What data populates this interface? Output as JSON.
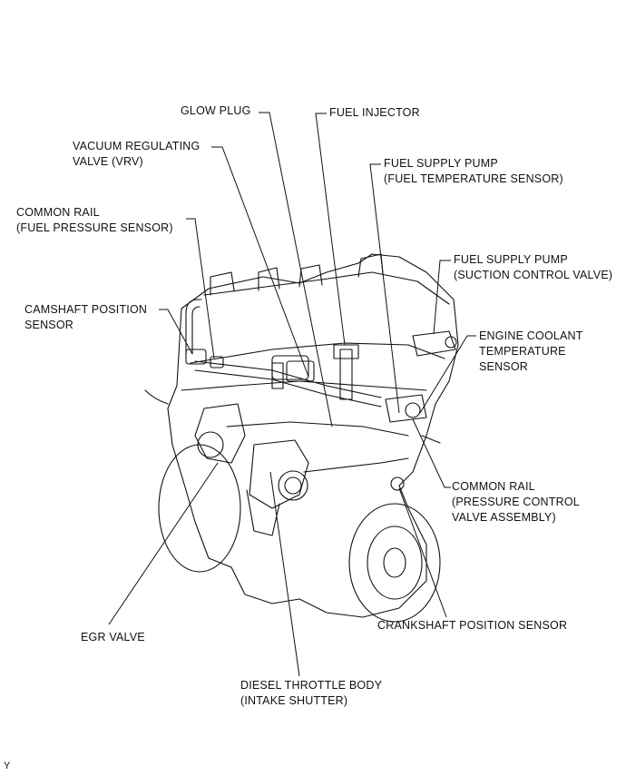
{
  "labels": {
    "glow_plug": [
      "GLOW PLUG"
    ],
    "fuel_injector": [
      "FUEL INJECTOR"
    ],
    "vrv": [
      "VACUUM REGULATING",
      "VALVE (VRV)"
    ],
    "fuel_supply_pump_temp": [
      "FUEL SUPPLY PUMP",
      "(FUEL TEMPERATURE SENSOR)"
    ],
    "common_rail_pressure_sensor": [
      "COMMON RAIL",
      "(FUEL PRESSURE SENSOR)"
    ],
    "fuel_supply_pump_suction": [
      "FUEL SUPPLY PUMP",
      "(SUCTION CONTROL VALVE)"
    ],
    "camshaft_position_sensor": [
      "CAMSHAFT POSITION",
      "SENSOR"
    ],
    "engine_coolant_temp_sensor": [
      "ENGINE COOLANT",
      "TEMPERATURE",
      "SENSOR"
    ],
    "common_rail_pcv": [
      "COMMON RAIL",
      "(PRESSURE CONTROL",
      "VALVE ASSEMBLY)"
    ],
    "crankshaft_position_sensor": [
      "CRANKSHAFT POSITION SENSOR"
    ],
    "egr_valve": [
      "EGR VALVE"
    ],
    "diesel_throttle_body": [
      "DIESEL THROTTLE BODY",
      "(INTAKE SHUTTER)"
    ]
  },
  "corner_mark": "Y"
}
